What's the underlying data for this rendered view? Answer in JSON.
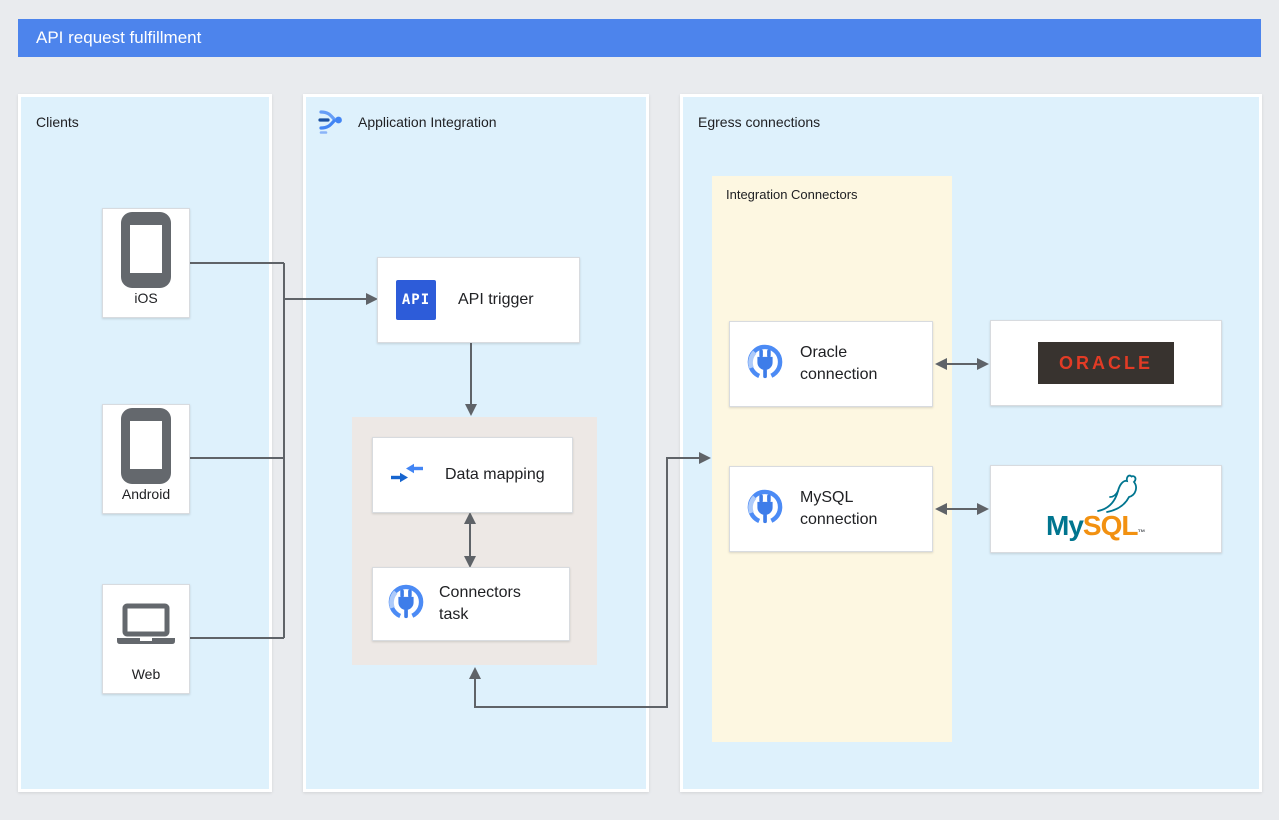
{
  "banner": {
    "title": "API request fulfillment"
  },
  "panels": {
    "clients": {
      "label": "Clients",
      "devices": [
        {
          "label": "iOS",
          "icon": "phone-icon"
        },
        {
          "label": "Android",
          "icon": "phone-icon"
        },
        {
          "label": "Web",
          "icon": "laptop-icon"
        }
      ]
    },
    "application_integration": {
      "label": "Application Integration",
      "nodes": {
        "api_trigger": {
          "badge": "API",
          "label": "API trigger"
        },
        "data_mapping": {
          "label": "Data mapping"
        },
        "connectors_task": {
          "label": "Connectors task"
        }
      }
    },
    "egress": {
      "label": "Egress connections",
      "integration_connectors": {
        "label": "Integration Connectors",
        "connections": [
          {
            "label": "Oracle connection"
          },
          {
            "label": "MySQL connection"
          }
        ]
      },
      "targets": {
        "oracle": {
          "wordmark": "ORACLE"
        },
        "mysql": {
          "wordmark_my": "My",
          "wordmark_sql": "SQL",
          "trademark": "™"
        }
      }
    }
  },
  "colors": {
    "banner_blue": "#4D84EC",
    "panel_blue": "#DEF1FC",
    "container_gray": "#EDE8E5",
    "container_yellow": "#FDF7E1",
    "connector_gray": "#5F6368",
    "api_badge_blue": "#2D5CD9",
    "google_blue": "#4285F4",
    "oracle_red": "#E23B25",
    "oracle_dark": "#38332F",
    "mysql_teal": "#00758F",
    "mysql_orange": "#F29111",
    "device_gray": "#64686D"
  }
}
